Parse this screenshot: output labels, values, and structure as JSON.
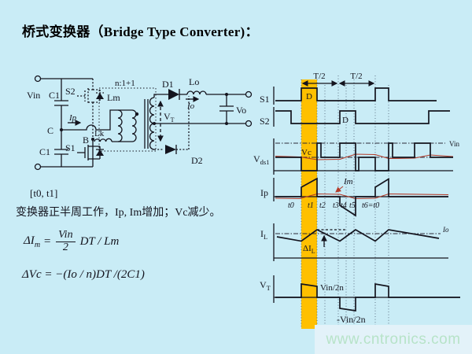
{
  "slide": {
    "title": "桥式变换器（Bridge Type Converter)："
  },
  "notes": {
    "interval": "[t0, t1]",
    "description": "变换器正半周工作，Ip, Im增加；Vc减少。"
  },
  "formulas": {
    "f1": {
      "lhs": "ΔI",
      "lhs_sub": "m",
      "eq": "=",
      "num": "Vin",
      "den": "2",
      "rest": "DT / Lm"
    },
    "f2": "ΔVc = −(Io / n)DT /(2C1)"
  },
  "circuit": {
    "vin": "Vin",
    "c1_top": "C1",
    "c1_bottom": "C1",
    "s1": "S1",
    "s2": "S2",
    "node_c": "C",
    "node_b": "B",
    "ip": "Ip",
    "lk": "Lk",
    "lm": "Lm",
    "ratio": "n:1+1",
    "d1": "D1",
    "d2": "D2",
    "lo": "Lo",
    "io": "Io",
    "vt_main": "V",
    "vt_sub": "T",
    "vo": "Vo"
  },
  "waveforms": {
    "t_half": "T/2",
    "s1_label": "S1",
    "s2_label": "S2",
    "vds1_main": "V",
    "vds1_sub": "ds1",
    "ip_label": "Ip",
    "il_main": "I",
    "il_sub": "L",
    "vt_main": "V",
    "vt_sub": "T",
    "d_on_s1": "D",
    "d_on_s2": "D",
    "vc": "Vc",
    "vin": "Vin",
    "im": "Im",
    "io": "Io",
    "delta_il_main": "ΔI",
    "delta_il_sub": "L",
    "vin_over_2n": "Vin/2n",
    "neg_vin_over_2n": "-Vin/2n",
    "t_labels": [
      "t0",
      "t1",
      "t2",
      "t3",
      "t4",
      "t5",
      "t6=t0"
    ]
  },
  "watermark": {
    "text": "www.cntronics.com"
  },
  "colors": {
    "background": "#c9ecf6",
    "line": "#14141e",
    "highlight_band": "#ffc000",
    "accent_red": "#b43a28",
    "watermark_text": "#b7e3c8",
    "watermark_band": "#e3f2f9"
  }
}
